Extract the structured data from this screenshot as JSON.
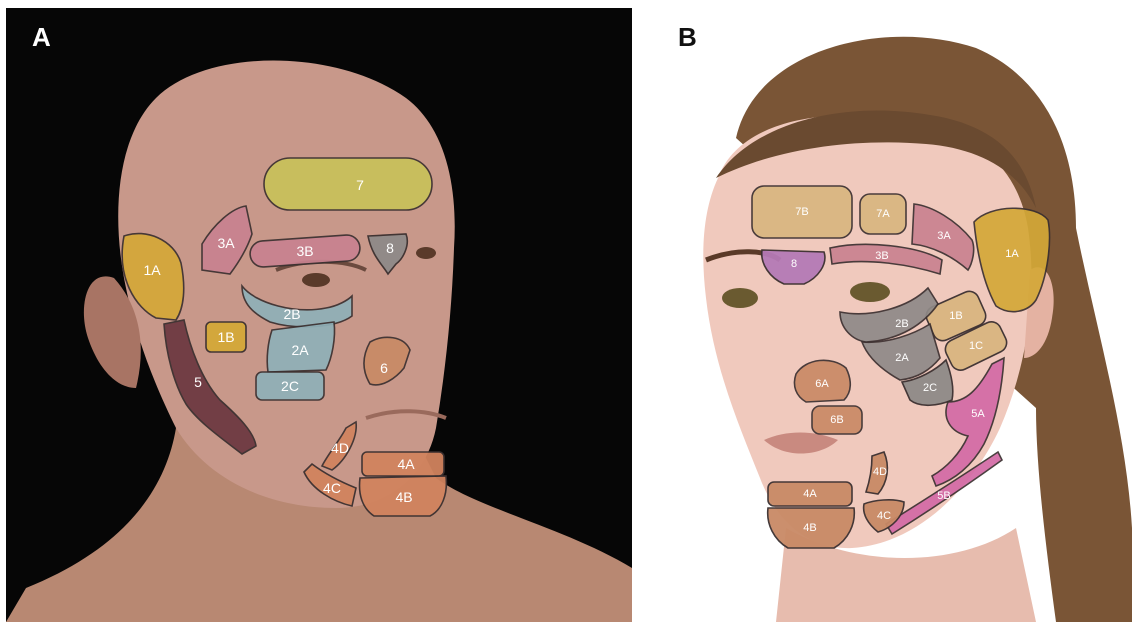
{
  "panels": {
    "a": {
      "label": "A"
    },
    "b": {
      "label": "B"
    }
  },
  "zones_a": {
    "z7": "7",
    "z1a": "1A",
    "z3a": "3A",
    "z3b": "3B",
    "z8": "8",
    "z2b": "2B",
    "z1b": "1B",
    "z2a": "2A",
    "z2c": "2C",
    "z5": "5",
    "z6": "6",
    "z4d": "4D",
    "z4a": "4A",
    "z4c": "4C",
    "z4b": "4B"
  },
  "zones_b": {
    "z7b": "7B",
    "z7a": "7A",
    "z3a": "3A",
    "z1a": "1A",
    "z8": "8",
    "z3b": "3B",
    "z1b": "1B",
    "z2b": "2B",
    "z1c": "1C",
    "z2a": "2A",
    "z6a": "6A",
    "z2c": "2C",
    "z5a": "5A",
    "z6b": "6B",
    "z4d": "4D",
    "z4a": "4A",
    "z5b": "5B",
    "z4c": "4C",
    "z4b": "4B"
  },
  "colors": {
    "yellow": "#c9c25a",
    "gold": "#d4a838",
    "pink": "#c98290",
    "blue": "#8fb0b8",
    "grey": "#8f8a88",
    "maroon": "#6e3a42",
    "tan": "#c98a66",
    "orange": "#d1835e",
    "skin_a": "#c59a86",
    "hair_b": "#7a5536",
    "skin_b": "#f0c9bd",
    "magenta": "#d36aa6",
    "violet": "#b57ab6",
    "beige": "#d9b680"
  }
}
